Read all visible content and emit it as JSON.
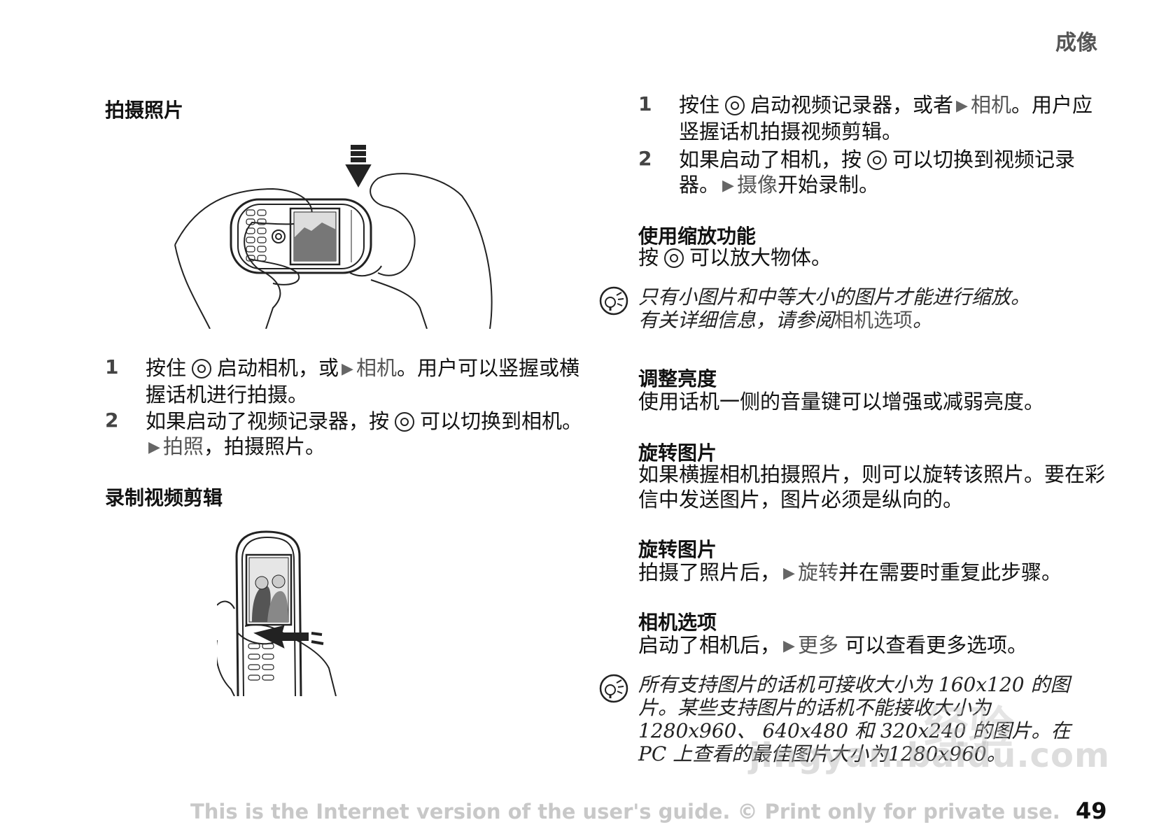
{
  "header": {
    "section": "成像"
  },
  "left": {
    "take_photo": {
      "heading": "拍摄照片",
      "steps": [
        {
          "num": "1",
          "pre": "按住",
          "mid": "启动相机，或",
          "link": "相机",
          "post": "。用户可以竖握或横握话机进行拍摄。"
        },
        {
          "num": "2",
          "pre": "如果启动了视频记录器，按",
          "mid": "可以切换到相机。",
          "link": "拍照",
          "post": "，拍摄照片。"
        }
      ]
    },
    "record_video": {
      "heading": "录制视频剪辑"
    }
  },
  "right": {
    "video_steps": [
      {
        "num": "1",
        "pre": "按住",
        "mid": "启动视频记录器，或者",
        "link": "相机",
        "post": "。用户应竖握话机拍摄视频剪辑。"
      },
      {
        "num": "2",
        "pre": "如果启动了相机，按",
        "mid": "可以切换到视频记录器。",
        "link": "摄像",
        "post": "开始录制。"
      }
    ],
    "zoom": {
      "heading": "使用缩放功能",
      "pre": "按",
      "post": "可以放大物体。"
    },
    "note1": {
      "line1": "只有小图片和中等大小的图片才能进行缩放。",
      "line2_pre": "有关详细信息，请参阅",
      "line2_link": "相机选项",
      "line2_post": "。"
    },
    "brightness": {
      "heading": "调整亮度",
      "text": "使用话机一侧的音量键可以增强或减弱亮度。"
    },
    "rotate1": {
      "heading": "旋转图片",
      "text": "如果横握相机拍摄照片，则可以旋转该照片。要在彩信中发送图片，图片必须是纵向的。"
    },
    "rotate2": {
      "heading": "旋转图片",
      "pre": "拍摄了照片后，",
      "link": "旋转",
      "post": "并在需要时重复此步骤。"
    },
    "camera_options": {
      "heading": "相机选项",
      "pre": "启动了相机后，",
      "link": "更多",
      "post": "可以查看更多选项。"
    },
    "note2": {
      "text": "所有支持图片的话机可接收大小为 160x120 的图片。某些支持图片的话机不能接收大小为 1280x960、 640x480 和 320x240 的图片。在PC 上查看的最佳图片大小为1280x960。"
    }
  },
  "footer": {
    "text": "This is the Internet version of the user's guide. © Print only for private use.",
    "page": "49"
  },
  "watermark": {
    "text": "jingyan.baidu.com",
    "cn": "经验"
  }
}
